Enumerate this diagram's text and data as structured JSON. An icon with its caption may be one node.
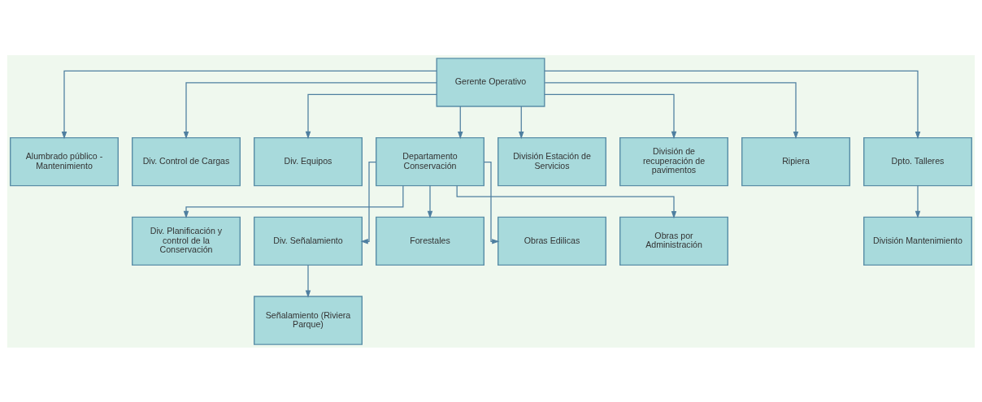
{
  "diagram": {
    "nodes": [
      {
        "text": [
          "Gerente Operativo"
        ]
      },
      {
        "text": [
          "Alumbrado público - Mantenimiento"
        ]
      },
      {
        "text": [
          "Div. Control de Cargas"
        ]
      },
      {
        "text": [
          "Div. Equipos"
        ]
      },
      {
        "text": [
          "Departamento Conservación"
        ]
      },
      {
        "text": [
          "División Estación de Servicios"
        ]
      },
      {
        "text": [
          "División de recuperación de pavimentos"
        ]
      },
      {
        "text": [
          "Ripiera"
        ]
      },
      {
        "text": [
          "Dpto. Talleres"
        ]
      },
      {
        "text": [
          "Div. Planificación y control de la Conservación"
        ]
      },
      {
        "text": [
          "Div. Señalamiento"
        ]
      },
      {
        "text": [
          "Forestales"
        ]
      },
      {
        "text": [
          "Obras Edilicas"
        ]
      },
      {
        "text": [
          "Obras por Administración"
        ]
      },
      {
        "text": [
          "División Mantenimiento"
        ]
      },
      {
        "text": [
          "Señalamiento (Riviera Parque)"
        ]
      }
    ],
    "edges": [
      {
        "from": 0,
        "to": 1,
        "arrow": "to"
      },
      {
        "from": 0,
        "to": 2,
        "arrow": "to"
      },
      {
        "from": 0,
        "to": 3,
        "arrow": "to"
      },
      {
        "from": 0,
        "to": 4,
        "arrow": "to"
      },
      {
        "from": 0,
        "to": 5,
        "arrow": "to"
      },
      {
        "from": 0,
        "to": 6,
        "arrow": "to"
      },
      {
        "from": 0,
        "to": 7,
        "arrow": "to"
      },
      {
        "from": 0,
        "to": 8,
        "arrow": "to"
      },
      {
        "from": 4,
        "to": 9,
        "arrow": "to"
      },
      {
        "from": 4,
        "to": 10,
        "arrow": "to"
      },
      {
        "from": 4,
        "to": 11,
        "arrow": "to"
      },
      {
        "from": 4,
        "to": 12,
        "arrow": "to"
      },
      {
        "from": 4,
        "to": 13,
        "arrow": "to"
      },
      {
        "from": 8,
        "to": 14,
        "arrow": "to"
      },
      {
        "from": 10,
        "to": 15,
        "arrow": "to"
      }
    ]
  }
}
